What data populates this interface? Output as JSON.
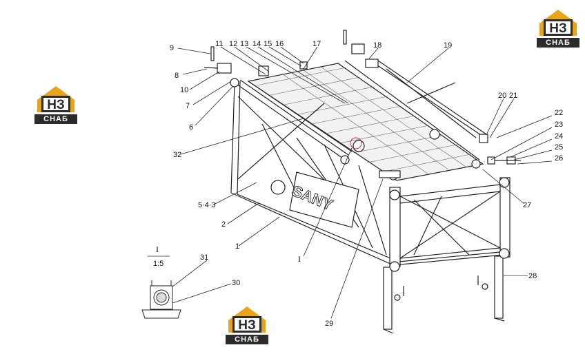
{
  "logo": {
    "mark": "НЗ",
    "caption": "СНАБ",
    "accent": "#e9a519",
    "dark": "#2b2b2b"
  },
  "callouts": {
    "c1": "1",
    "c2": "2",
    "c543": "5·4·3",
    "c6": "6",
    "c7": "7",
    "c8": "8",
    "c9": "9",
    "c10": "10",
    "c11": "11",
    "c12": "12",
    "c13": "13",
    "c14": "14",
    "c15": "15",
    "c16": "16",
    "c17": "17",
    "c18": "18",
    "c19": "19",
    "c20": "20",
    "c21": "21",
    "c22": "22",
    "c23": "23",
    "c24": "24",
    "c25": "25",
    "c26": "26",
    "c27": "27",
    "c28": "28",
    "c29": "29",
    "c30": "30",
    "c31": "31",
    "c32": "32"
  },
  "detail": {
    "marker": "I",
    "title": "I",
    "scale": "1:5"
  },
  "brand_plate": "SANY"
}
